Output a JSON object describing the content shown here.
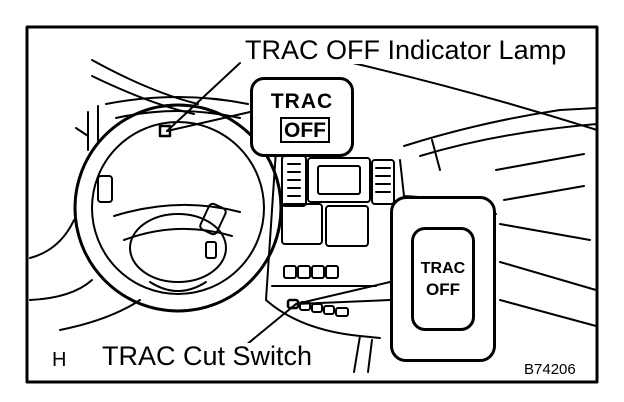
{
  "labels": {
    "indicator_lamp": "TRAC OFF Indicator Lamp",
    "cut_switch": "TRAC Cut Switch",
    "view_letter": "H",
    "figure_code": "B74206"
  },
  "lamp_callout": {
    "line1": "TRAC",
    "line2": "OFF"
  },
  "switch_callout": {
    "line1": "TRAC",
    "line2": "OFF"
  }
}
